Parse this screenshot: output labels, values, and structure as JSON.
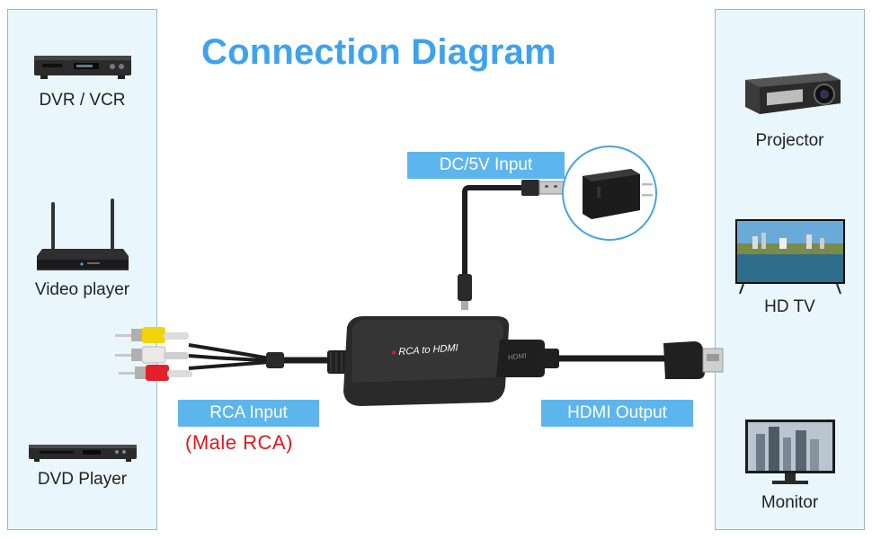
{
  "title": "Connection Diagram",
  "left_devices": [
    {
      "label": "DVR / VCR",
      "icon": "dvr-icon"
    },
    {
      "label": "Video player",
      "icon": "video-player-icon"
    },
    {
      "label": "DVD Player",
      "icon": "dvd-player-icon"
    }
  ],
  "right_devices": [
    {
      "label": "Projector",
      "icon": "projector-icon"
    },
    {
      "label": "HD TV",
      "icon": "tv-icon"
    },
    {
      "label": "Monitor",
      "icon": "monitor-icon"
    }
  ],
  "labels": {
    "dc_input": "DC/5V Input",
    "rca_input": "RCA Input",
    "male_rca": "(Male RCA)",
    "hdmi_output": "HDMI Output",
    "converter": "RCA to HDMI"
  },
  "colors": {
    "title": "#3fa2ec",
    "tag_background": "#5db5ee",
    "panel_background": "#e9f7fc",
    "male_rca_text": "#e4161d"
  }
}
